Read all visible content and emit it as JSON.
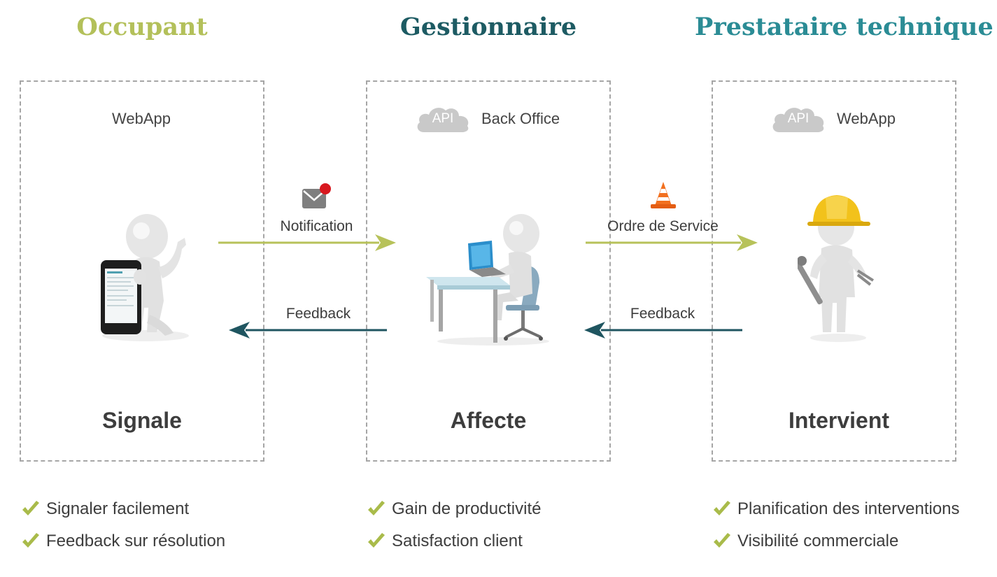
{
  "columns": [
    {
      "title": "Occupant",
      "title_color": "#b3c05a",
      "platform": "WebApp",
      "has_api": false,
      "action": "Signale",
      "benefits": [
        "Signaler facilement",
        "Feedback sur résolution"
      ]
    },
    {
      "title": "Gestionnaire",
      "title_color": "#1d5b63",
      "platform": "Back Office",
      "has_api": true,
      "api_label": "API",
      "action": "Affecte",
      "benefits": [
        "Gain de productivité",
        "Satisfaction client"
      ]
    },
    {
      "title": "Prestataire technique",
      "title_color": "#2b8c95",
      "platform": "WebApp",
      "has_api": true,
      "api_label": "API",
      "action": "Intervient",
      "benefits": [
        "Planification des interventions",
        "Visibilité commerciale"
      ]
    }
  ],
  "flows": {
    "notification": "Notification",
    "ordre_de_service": "Ordre de Service",
    "feedback_left": "Feedback",
    "feedback_right": "Feedback"
  },
  "colors": {
    "forward_arrow": "#b7c25a",
    "back_arrow": "#1f5560",
    "check": "#a9bb4a",
    "dash": "#a6a6a6",
    "cloud": "#c9c9c9"
  },
  "icons": {
    "notification": "mail-notification-icon",
    "ordre": "traffic-cone-icon"
  }
}
